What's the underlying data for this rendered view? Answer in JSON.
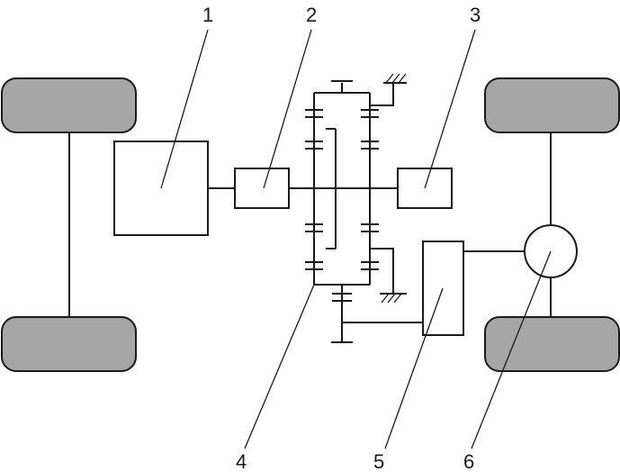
{
  "labels": {
    "l1": "1",
    "l2": "2",
    "l3": "3",
    "l4": "4",
    "l5": "5",
    "l6": "6"
  },
  "colors": {
    "wheel_fill": "#a6a6a6",
    "stroke": "#1a1a1a",
    "background": "#ffffff"
  }
}
